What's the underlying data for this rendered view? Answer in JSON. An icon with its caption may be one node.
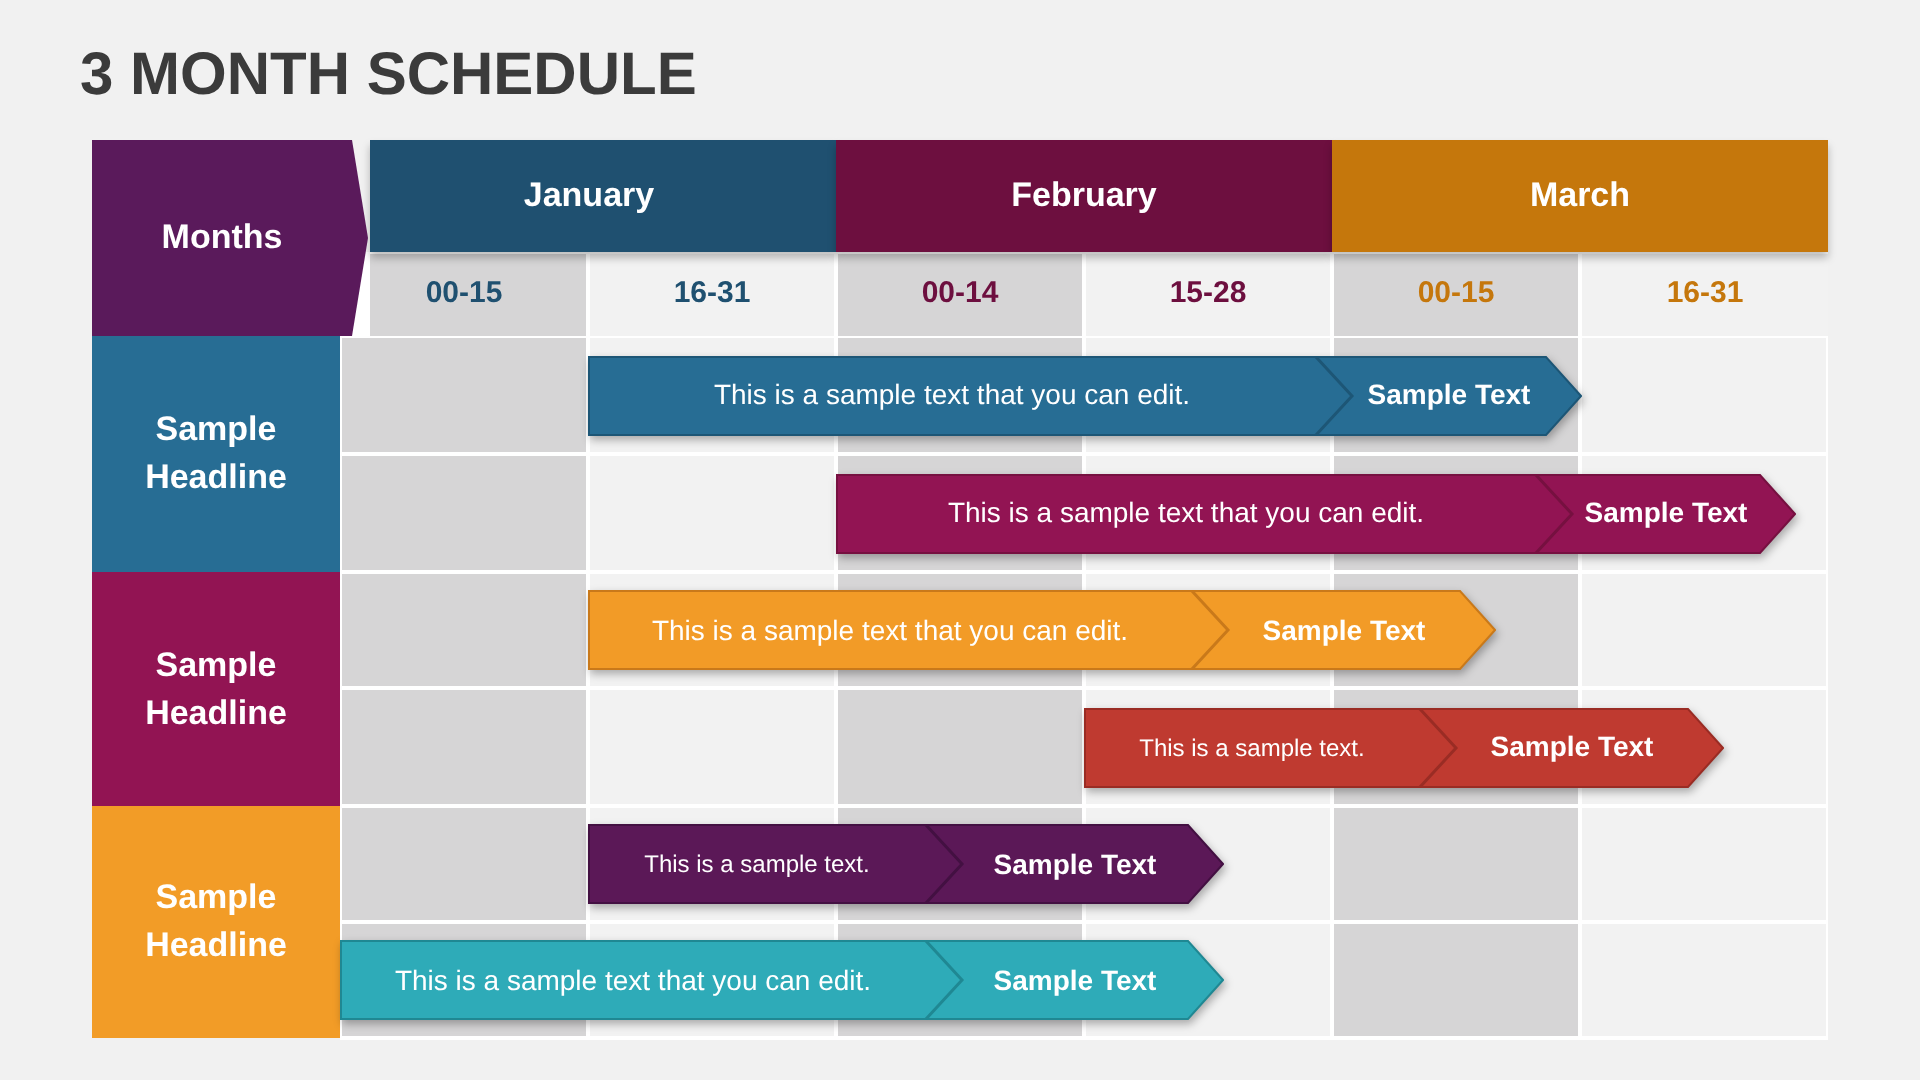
{
  "diagram": {
    "title": "3 MONTH SCHEDULE",
    "nodes": [
      {
        "text": [
          "Months"
        ]
      },
      {
        "text": [
          "January"
        ]
      },
      {
        "text": [
          "February"
        ]
      },
      {
        "text": [
          "March"
        ]
      },
      {
        "text": [
          "00-15"
        ]
      },
      {
        "text": [
          "16-31"
        ]
      },
      {
        "text": [
          "00-14"
        ]
      },
      {
        "text": [
          "15-28"
        ]
      },
      {
        "text": [
          "00-15"
        ]
      },
      {
        "text": [
          "16-31"
        ]
      },
      {
        "text": [
          "Sample Headline"
        ]
      },
      {
        "text": [
          "Sample Headline"
        ]
      },
      {
        "text": [
          "Sample Headline"
        ]
      },
      {
        "text": [
          "This is a sample text that you can edit.",
          "Sample Text"
        ]
      },
      {
        "text": [
          "This is a sample text that you can edit.",
          "Sample Text"
        ]
      },
      {
        "text": [
          "This is a sample text that you can edit.",
          "Sample Text"
        ]
      },
      {
        "text": [
          "This is a sample text.",
          "Sample Text"
        ]
      },
      {
        "text": [
          "This is a sample text.",
          "Sample Text"
        ]
      },
      {
        "text": [
          "This is a sample text that you can edit.",
          "Sample Text"
        ]
      }
    ]
  }
}
